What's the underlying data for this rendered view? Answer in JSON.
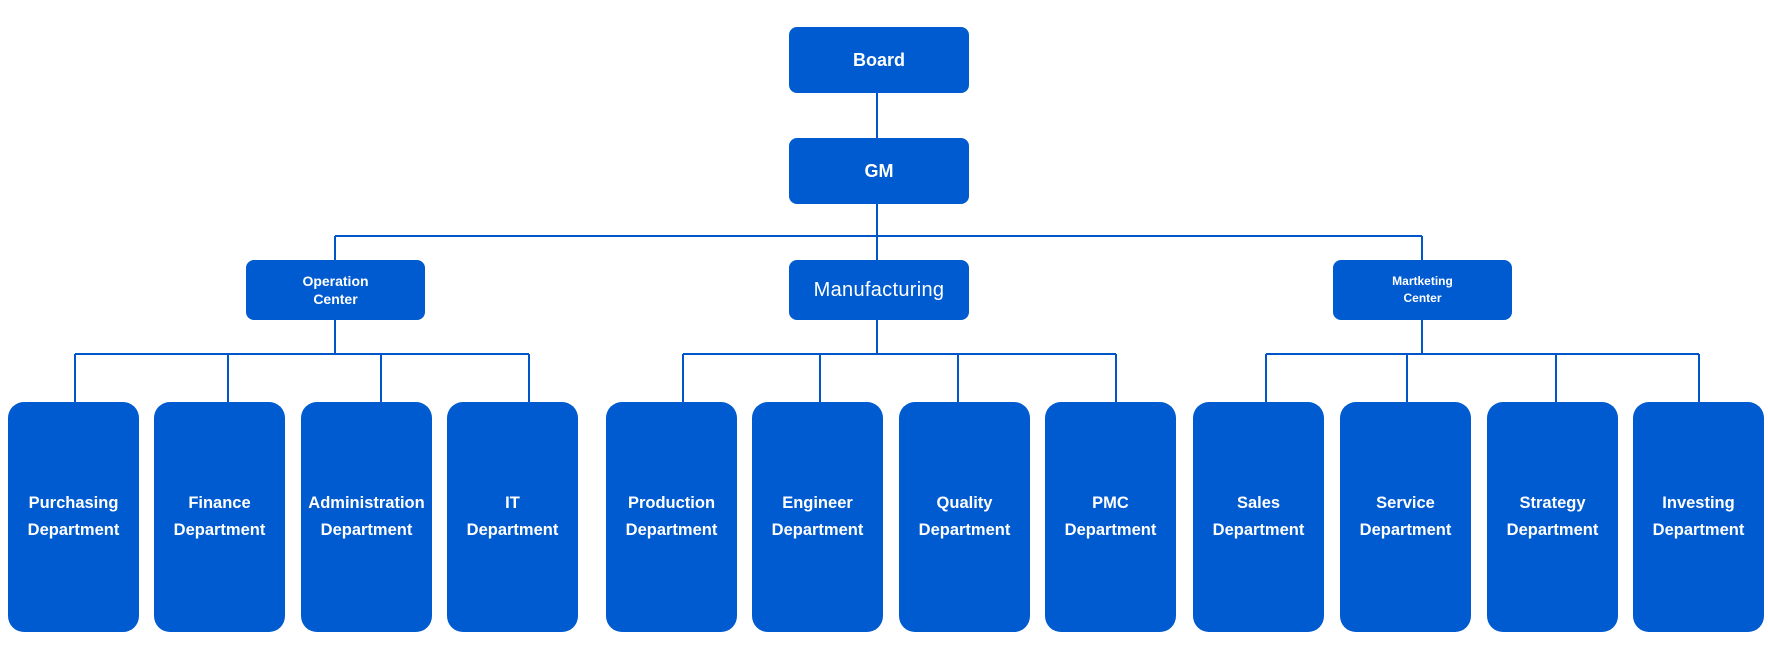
{
  "board": "Board",
  "gm": "GM",
  "operation": {
    "line1": "Operation",
    "line2": "Center"
  },
  "manufacturing": "Manufacturing",
  "marketing": {
    "line1": "Martketing",
    "line2": "Center"
  },
  "departments": [
    {
      "line1": "Purchasing",
      "line2": "Department"
    },
    {
      "line1": "Finance",
      "line2": "Department"
    },
    {
      "line1": "Administration",
      "line2": "Department"
    },
    {
      "line1": "IT",
      "line2": "Department"
    },
    {
      "line1": "Production",
      "line2": "Department"
    },
    {
      "line1": "Engineer",
      "line2": "Department"
    },
    {
      "line1": "Quality",
      "line2": "Department"
    },
    {
      "line1": "PMC",
      "line2": "Department"
    },
    {
      "line1": "Sales",
      "line2": "Department"
    },
    {
      "line1": "Service",
      "line2": "Department"
    },
    {
      "line1": "Strategy",
      "line2": "Department"
    },
    {
      "line1": "Investing",
      "line2": "Department"
    }
  ],
  "colors": {
    "node_fill": "#005bd0",
    "connector": "#0056c8",
    "text": "#ffffff"
  }
}
